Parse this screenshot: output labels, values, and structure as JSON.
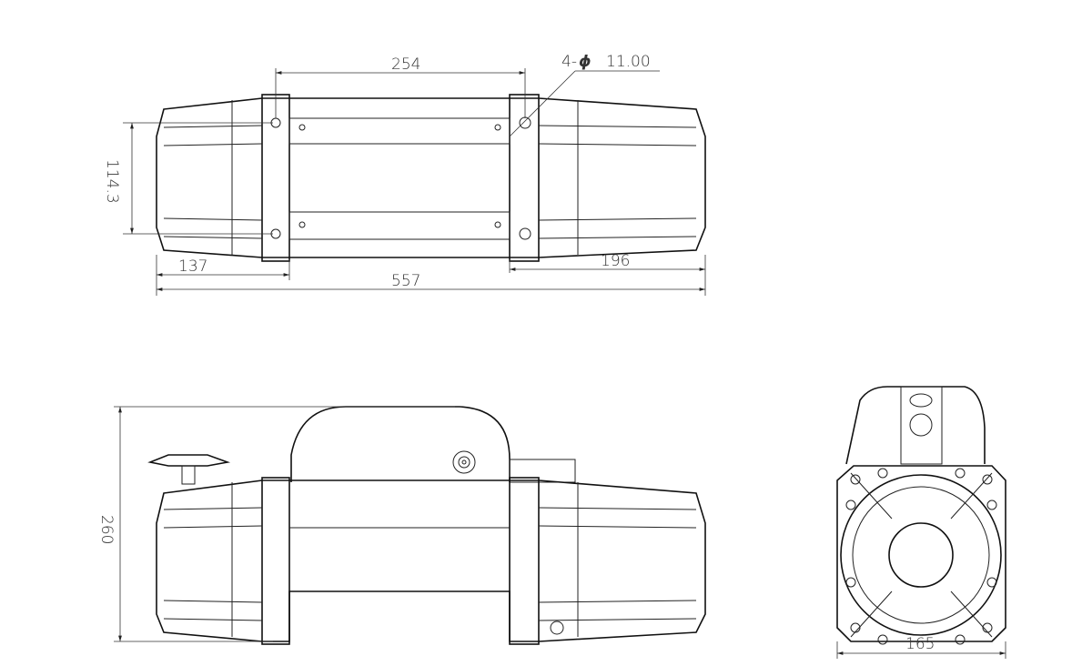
{
  "drawing": {
    "top_view": {
      "dim_bolt_spacing": "254",
      "dim_hole_callout_prefix": "4-",
      "dim_hole_symbol": "ϕ",
      "dim_hole_size": "11.00",
      "dim_mount_width": "114.3",
      "dim_motor_end": "137",
      "dim_overall_length": "557",
      "dim_gearbox_end": "196"
    },
    "side_view": {
      "dim_height": "260"
    },
    "end_view": {
      "dim_width": "165"
    }
  }
}
